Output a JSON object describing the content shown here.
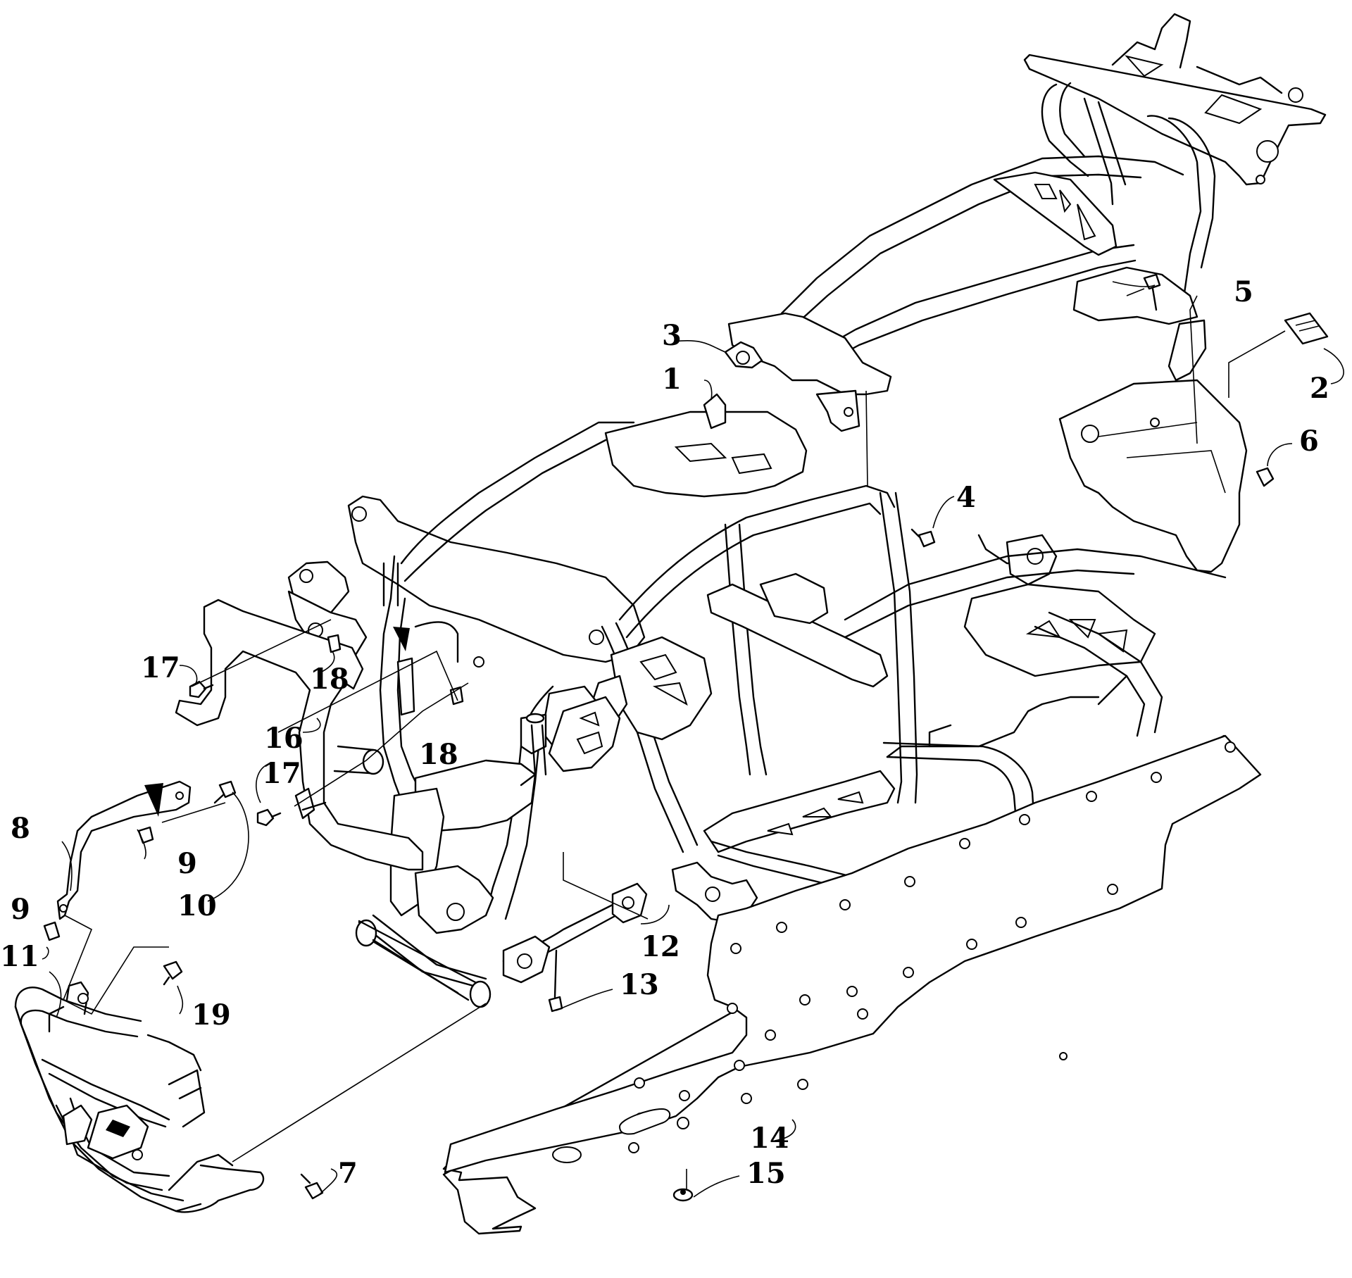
{
  "callouts": {
    "c1": "1",
    "c2": "2",
    "c3": "3",
    "c4": "4",
    "c5": "5",
    "c6": "6",
    "c7": "7",
    "c8": "8",
    "c9a": "9",
    "c9b": "9",
    "c10": "10",
    "c11": "11",
    "c12": "12",
    "c13": "13",
    "c14": "14",
    "c15": "15",
    "c16": "16",
    "c17a": "17",
    "c17b": "17",
    "c18a": "18",
    "c18b": "18",
    "c19": "19"
  },
  "icons": {
    "warning_triangle": "filled-black-triangle-icon"
  },
  "colors": {
    "line": "#000000",
    "background": "#ffffff"
  }
}
